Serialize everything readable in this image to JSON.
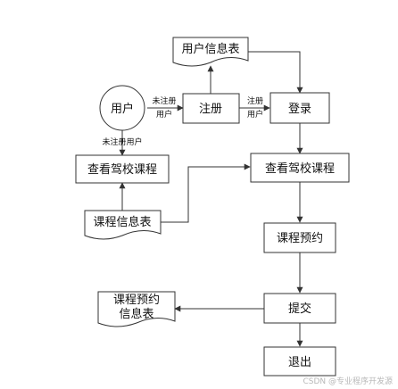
{
  "nodes": {
    "user": "用户",
    "register": "注册",
    "login": "登录",
    "user_info_table": "用户信息表",
    "view_courses_left": "查看驾校课程",
    "view_courses_main": "查看驾校课程",
    "course_info_table": "课程信息表",
    "course_booking": "课程预约",
    "submit": "提交",
    "logout": "退出",
    "booking_info_table_line1": "课程预约",
    "booking_info_table_line2": "信息表"
  },
  "edges": {
    "unregistered_line1": "未注册",
    "unregistered_line2": "用户",
    "registered_line1": "注册",
    "registered_line2": "用户",
    "unregistered_user": "未注册用户"
  },
  "watermark": "CSDN @专业程序开发源"
}
